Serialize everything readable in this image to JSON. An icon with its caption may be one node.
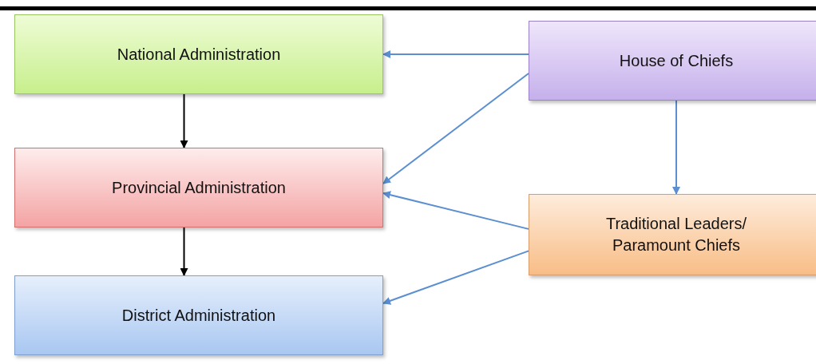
{
  "diagram": {
    "nodes": [
      {
        "text": [
          "National Administration"
        ]
      },
      {
        "text": [
          "Provincial Administration"
        ]
      },
      {
        "text": [
          "District Administration"
        ]
      },
      {
        "text": [
          "House of Chiefs"
        ]
      },
      {
        "text": [
          "Traditional Leaders/ Paramount Chiefs"
        ]
      }
    ],
    "edges": [
      {
        "from": 0,
        "to": 1,
        "arrow": "to",
        "color": "#000000"
      },
      {
        "from": 1,
        "to": 2,
        "arrow": "to",
        "color": "#000000"
      },
      {
        "from": 3,
        "to": 0,
        "arrow": "to"
      },
      {
        "from": 3,
        "to": 1,
        "arrow": "to"
      },
      {
        "from": 3,
        "to": 4,
        "arrow": "to"
      },
      {
        "from": 4,
        "to": 1,
        "arrow": "to"
      },
      {
        "from": 4,
        "to": 2,
        "arrow": "to"
      }
    ]
  }
}
